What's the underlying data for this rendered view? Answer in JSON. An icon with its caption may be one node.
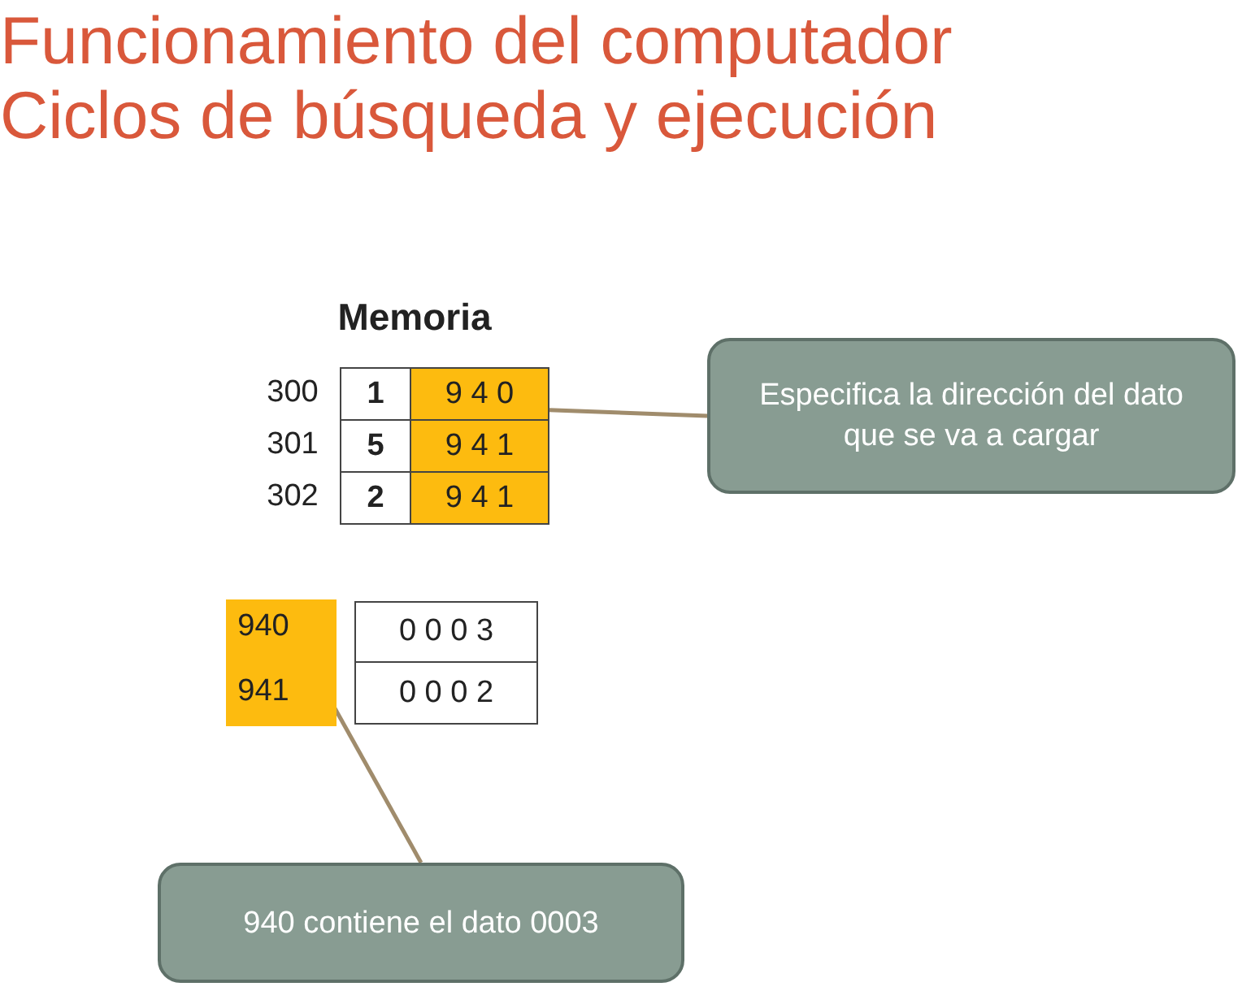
{
  "diagram": {
    "title": "Funcionamiento del computador Ciclos de búsqueda y ejecución",
    "nodes": [
      {
        "text": [
          "Especifica la dirección del dato que se va a cargar"
        ]
      },
      {
        "text": [
          "9 4 0"
        ]
      },
      {
        "text": [
          "940 contiene el dato 0003"
        ]
      },
      {
        "text": [
          "940"
        ]
      }
    ],
    "edges": [
      {
        "from": 0,
        "to": 1,
        "arrow": "none"
      },
      {
        "from": 2,
        "to": 3,
        "arrow": "none"
      }
    ],
    "labels": [
      "Memoria",
      "300",
      "1",
      "301",
      "5",
      "9 4 1",
      "302",
      "2",
      "9 4 1",
      "941",
      "0 0 0 3",
      "0 0 0 2"
    ]
  }
}
